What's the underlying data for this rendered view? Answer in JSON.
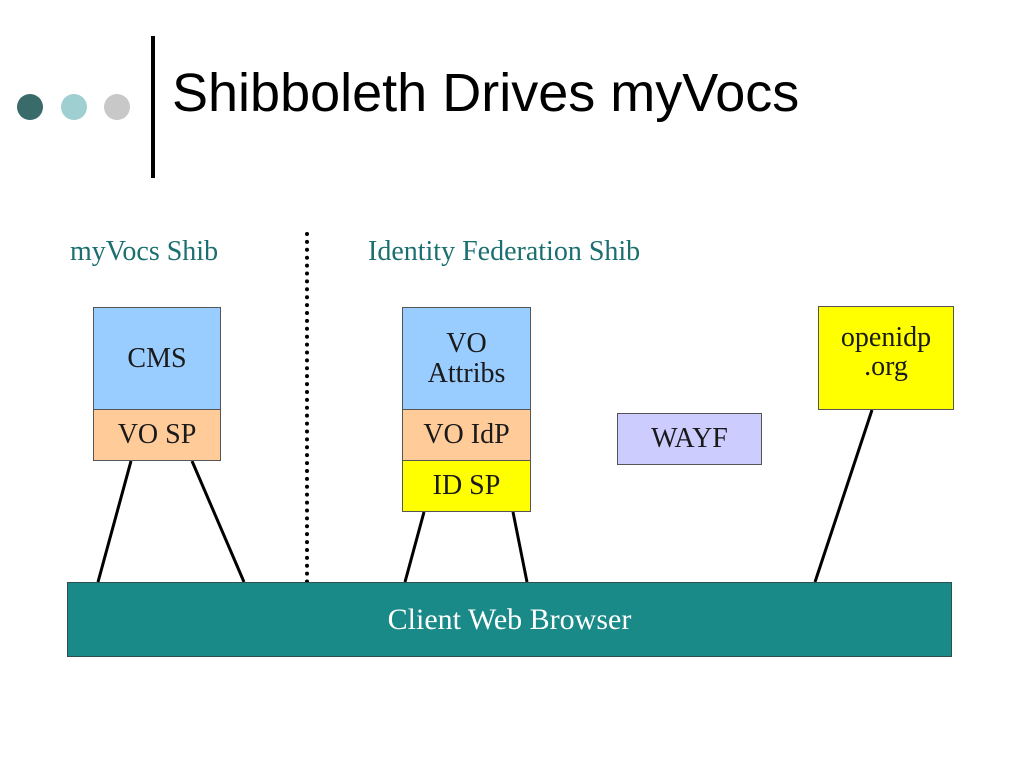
{
  "slide": {
    "title": "Shibboleth Drives myVocs"
  },
  "sections": {
    "left": "myVocs Shib",
    "right": "Identity Federation Shib"
  },
  "nodes": {
    "cms": "CMS",
    "vo_sp": "VO SP",
    "vo_attribs": [
      "VO",
      "Attribs"
    ],
    "vo_idp": "VO IdP",
    "id_sp": "ID SP",
    "openidp": [
      "openidp",
      ".org"
    ],
    "wayf": "WAYF",
    "client": "Client Web Browser"
  },
  "colors": {
    "teal": "#198a87",
    "label_text": "#1c6f70",
    "blue_box": "#99ccff",
    "orange_box": "#ffcc99",
    "yellow_box": "#ffff00",
    "lilac_box": "#ccccff"
  }
}
